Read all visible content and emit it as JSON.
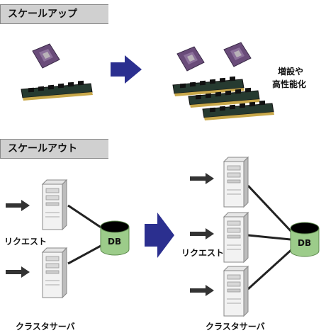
{
  "scaleup": {
    "title": "スケールアップ",
    "note_line1": "増設や",
    "note_line2": "高性能化"
  },
  "scaleout": {
    "title": "スケールアウト",
    "left_request_label": "リクエスト",
    "left_cluster_label": "クラスタサーバ",
    "left_db_label": "DB",
    "right_request_label": "リクエスト",
    "right_cluster_label": "クラスタサーバ",
    "right_db_label": "DB"
  },
  "colors": {
    "arrow": "#2b2f8f",
    "db": "#9ccc8a",
    "cpu": "#6a4c7a",
    "ram": "#263a30",
    "header_bg": "#d0d0d0"
  }
}
